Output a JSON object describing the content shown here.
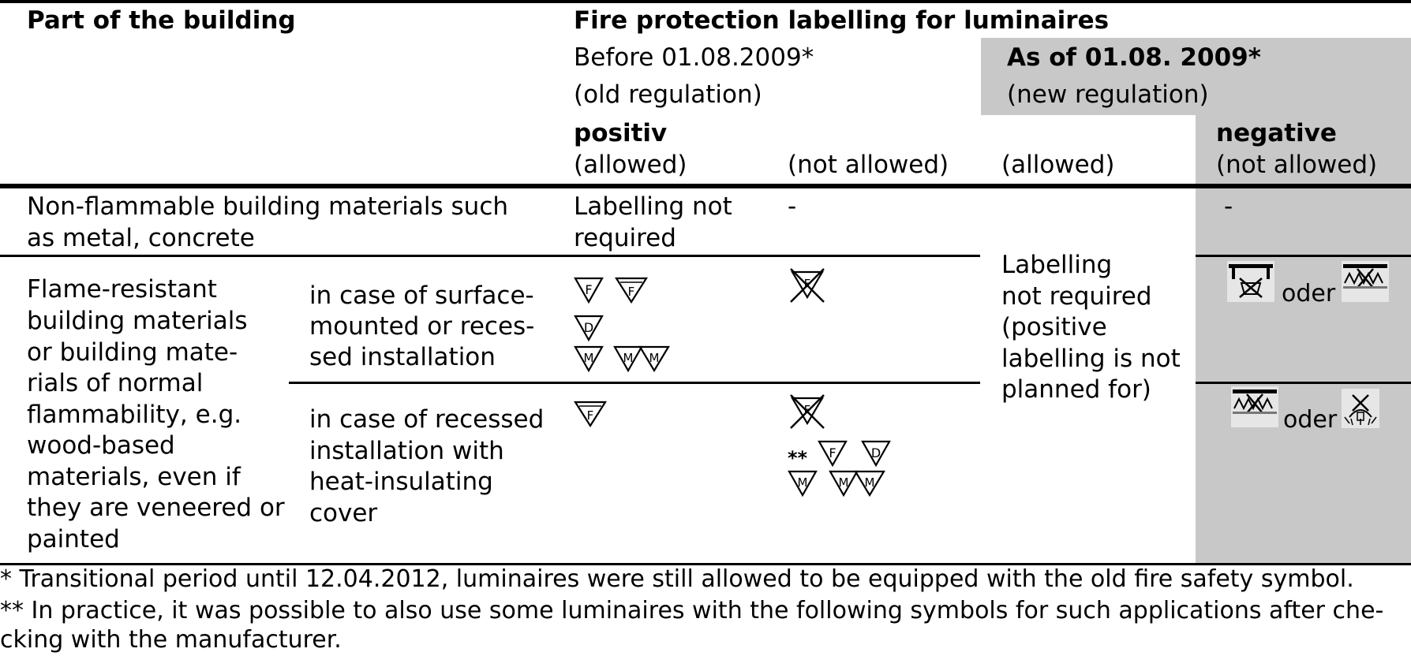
{
  "header": {
    "part_of_building": "Part of the building",
    "fire_protection": "Fire protection labelling for luminaires",
    "before_line1": "Before 01.08.2009*",
    "before_line2": "(old regulation)",
    "asof_line1": "As of 01.08. 2009*",
    "asof_line2": "(new regulation)",
    "positiv": "positiv",
    "allowed": "(allowed)",
    "not_allowed": "(not allowed)",
    "allowed_new": "(allowed)",
    "negative": "negative",
    "not_allowed_new": "(not allowed)"
  },
  "rows": {
    "nonflammable": {
      "part_l1": "Non-flammable building materials such",
      "part_l2": "as metal, concrete",
      "old_allowed_l1": "Labelling not",
      "old_allowed_l2": "required",
      "old_not_allowed": "-",
      "new_negative": "-"
    },
    "flame_resistant": {
      "part": [
        "Flame-resistant",
        "building materials",
        "or building mate-",
        "rials of normal",
        "flammability, e.g.",
        "wood-based",
        "materials, even if",
        "they are veneered or",
        "painted"
      ],
      "surface_case": [
        "in case of surface-",
        "mounted or reces-",
        "sed installation"
      ],
      "recessed_case": [
        "in case of recessed",
        "installation with",
        "heat-insulating",
        "cover"
      ]
    },
    "new_allowed": [
      "Labelling",
      "not required",
      "(positive",
      "labelling is not",
      "planned for)"
    ],
    "oder_1": "oder",
    "oder_2": "oder",
    "double_star": "**"
  },
  "symbols": {
    "f": "F",
    "d": "D",
    "m": "M"
  },
  "footnotes": {
    "f1": "* Transitional period until 12.04.2012, luminaires were still allowed to be equipped with the old fire safety symbol.",
    "f2_l1": "** In practice, it was possible to also use some luminaires with the following symbols for such applications after che-",
    "f2_l2": "cking with the manufacturer."
  }
}
